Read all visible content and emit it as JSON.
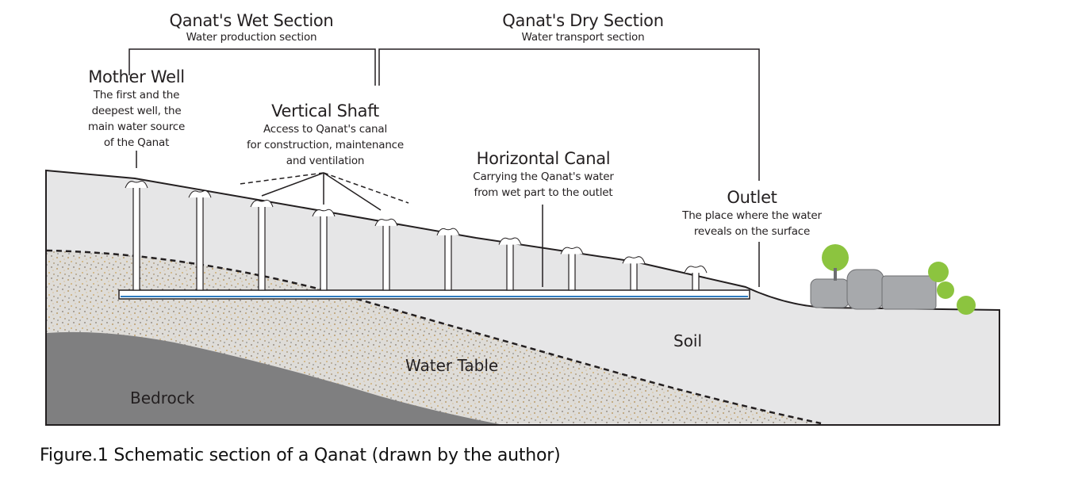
{
  "sections": {
    "wet": {
      "title": "Qanat's Wet Section",
      "subtitle": "Water production section"
    },
    "dry": {
      "title": "Qanat's Dry Section",
      "subtitle": "Water transport section"
    }
  },
  "labels": {
    "mother_well": {
      "title": "Mother Well",
      "lines": [
        "The first and the",
        "deepest well, the",
        "main water source",
        "of the Qanat"
      ]
    },
    "vertical_shaft": {
      "title": "Vertical Shaft",
      "lines": [
        "Access to Qanat's canal",
        "for construction, maintenance",
        "and ventilation"
      ]
    },
    "horizontal_canal": {
      "title": "Horizontal Canal",
      "lines": [
        "Carrying the Qanat's water",
        "from wet part to the outlet"
      ]
    },
    "outlet": {
      "title": "Outlet",
      "lines": [
        "The place where the water",
        "reveals on the surface"
      ]
    }
  },
  "ground_labels": {
    "soil": "Soil",
    "water_table": "Water Table",
    "bedrock": "Bedrock"
  },
  "caption": "Figure.1 Schematic section of a Qanat (drawn by the author)",
  "colors": {
    "soil": "#e6e6e7",
    "bedrock": "#7f7f80",
    "aquifer": "#d9d8d6",
    "water": "#2e7bbf",
    "tree": "#8cc43f",
    "house": "#a7a9ac"
  }
}
